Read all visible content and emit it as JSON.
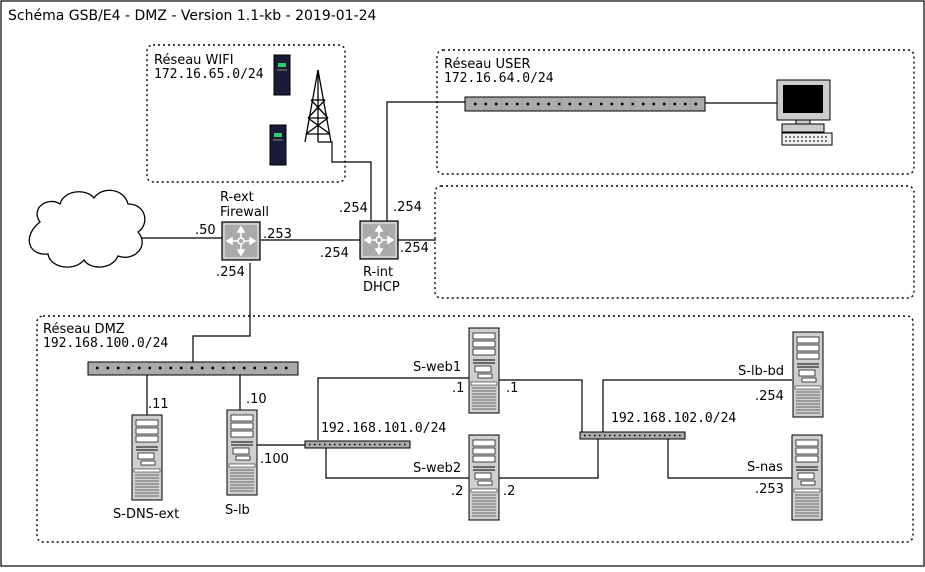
{
  "title": "Schéma GSB/E4 - DMZ - Version 1.1-kb - 2019-01-24",
  "zones": {
    "wifi": {
      "name": "Réseau WIFI",
      "subnet": "172.16.65.0/24"
    },
    "user": {
      "name": "Réseau USER",
      "subnet": "172.16.64.0/24"
    },
    "dmz": {
      "name": "Réseau DMZ",
      "subnet": "192.168.100.0/24"
    }
  },
  "routers": {
    "rext": {
      "name": "R-ext",
      "role": "Firewall",
      "ip_left": ".50",
      "ip_right": ".253",
      "ip_bottom": ".254"
    },
    "rint": {
      "name": "R-int",
      "role": "DHCP",
      "ip_left": ".254",
      "ip_top_left": ".254",
      "ip_top_right": ".254",
      "ip_right": ".254"
    }
  },
  "subnets": {
    "net101": "192.168.101.0/24",
    "net102": "192.168.102.0/24"
  },
  "servers": {
    "dns": {
      "name": "S-DNS-ext",
      "ip": ".11"
    },
    "lb": {
      "name": "S-lb",
      "ip_top": ".10",
      "ip_right": ".100"
    },
    "web1": {
      "name": "S-web1",
      "ip_left": ".1",
      "ip_right": ".1"
    },
    "web2": {
      "name": "S-web2",
      "ip_left": ".2",
      "ip_right": ".2"
    },
    "lbbd": {
      "name": "S-lb-bd",
      "ip": ".254"
    },
    "nas": {
      "name": "S-nas",
      "ip": ".253"
    }
  },
  "colors": {
    "switch": "#aaaaaa",
    "router": "#aaaaaa",
    "tower": "#cccccc",
    "wifi_ap": "#1a1a3a",
    "led": "#33cc66"
  }
}
